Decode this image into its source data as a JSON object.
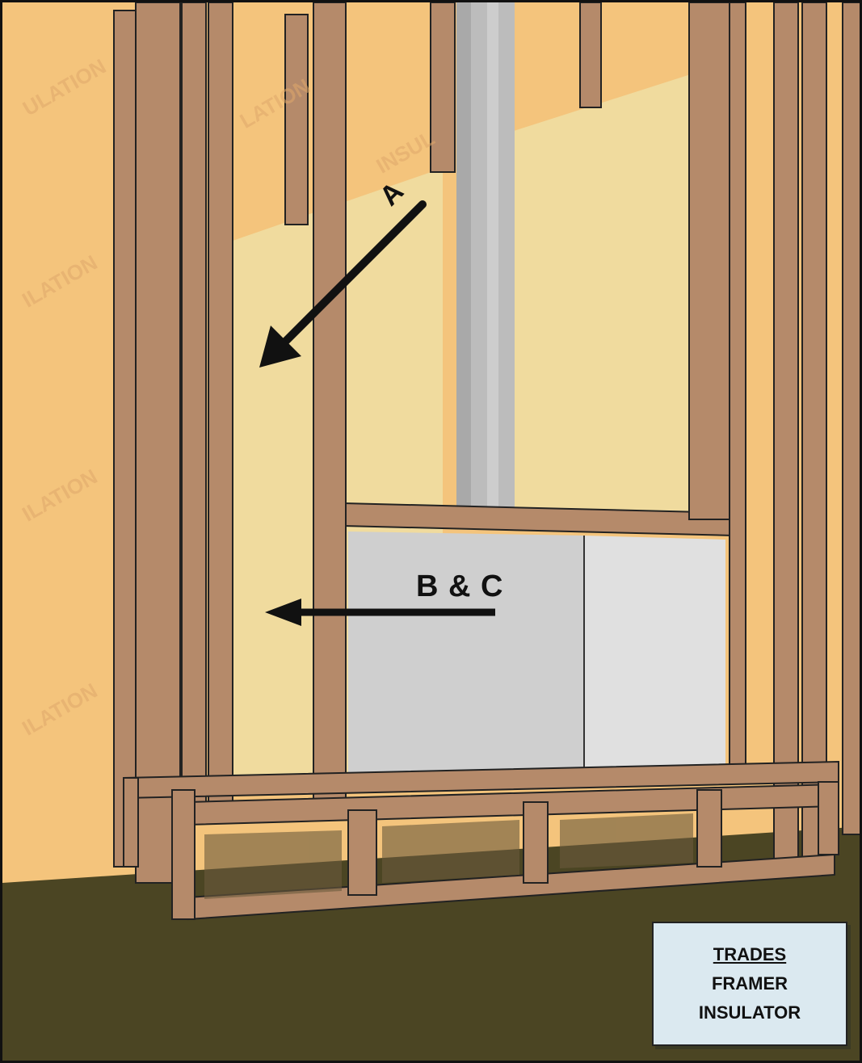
{
  "diagram": {
    "label_a": "A",
    "label_bc": "B & C",
    "insulation_watermarks": [
      "ULATION",
      "LATION",
      "INSUL",
      "ILATION",
      "ILATION",
      "ILATION"
    ]
  },
  "legend": {
    "heading": "TRADES",
    "items": [
      "FRAMER",
      "INSULATOR"
    ]
  },
  "colors": {
    "insulation": "#f5c77e",
    "insulation_pale": "#f2dd9e",
    "stud": "#b58a6a",
    "fireplace_box": "#c9c9c9",
    "chimney": "#bdbdbd",
    "floor": "#4a4422"
  }
}
